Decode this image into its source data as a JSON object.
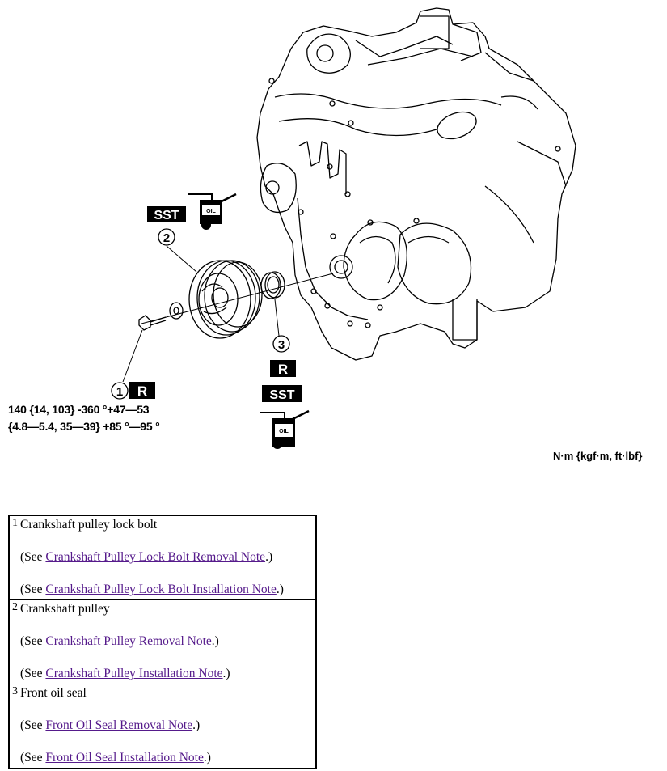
{
  "figure": {
    "callouts": {
      "c1": "1",
      "c2": "2",
      "c3": "3"
    },
    "badges": {
      "sst": "SST",
      "r": "R",
      "oil": "OIL"
    },
    "torque_line1": "140 {14, 103} -360 °+47—53",
    "torque_line2": "{4.8—5.4, 35—39} +85 °—95 °",
    "units": "N·m {kgf·m, ft·lbf}"
  },
  "parts": [
    {
      "number": "1",
      "name": "Crankshaft pulley lock bolt",
      "see_prefix": "(See ",
      "see_suffix": ".)",
      "links": [
        "Crankshaft Pulley Lock Bolt Removal Note",
        "Crankshaft Pulley Lock Bolt Installation Note"
      ]
    },
    {
      "number": "2",
      "name": "Crankshaft pulley",
      "see_prefix": "(See ",
      "see_suffix": ".)",
      "links": [
        "Crankshaft Pulley Removal Note",
        "Crankshaft Pulley Installation Note"
      ]
    },
    {
      "number": "3",
      "name": "Front oil seal",
      "see_prefix": "(See ",
      "see_suffix": ".)",
      "links": [
        "Front Oil Seal Removal Note",
        "Front Oil Seal Installation Note"
      ]
    }
  ]
}
